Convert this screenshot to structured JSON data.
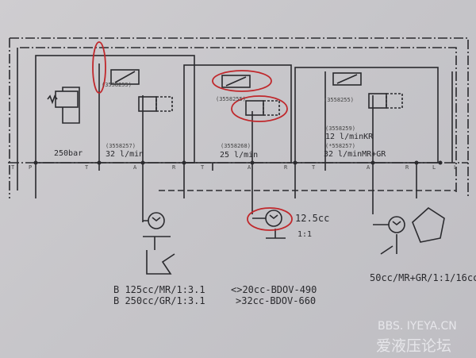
{
  "diagram": {
    "pressure": "250bar",
    "sections": [
      {
        "part_top": "(3558255)",
        "part_flow": "(3558257)",
        "flow": "32  l/min"
      },
      {
        "part_top": "(3558255)",
        "part_flow": "(3558268)",
        "flow": "25  l/min"
      },
      {
        "part_top": "(3558255)",
        "part_flow": "(3558259)",
        "flow": "12  l/minKR",
        "part_flow2": "(*558257)",
        "flow2": "32  l/minMR+GR"
      }
    ],
    "ports": [
      "T",
      "P",
      "T",
      "A",
      "R",
      "T",
      "A",
      "R",
      "T",
      "A",
      "R",
      "L",
      "L"
    ],
    "motor_middle": {
      "displacement": "12.5cc",
      "ratio": "1:1"
    },
    "motor_right": "50cc/MR+GR/1:1/16cc",
    "notes_left": [
      "B  125cc/MR/1:3.1",
      "B  250cc/GR/1:3.1"
    ],
    "notes_right": [
      "<>20cc-BDOV-490",
      ">32cc-BDOV-660"
    ],
    "highlight_color": "#c0282c",
    "line_color": "#2a2a2e"
  },
  "watermark": {
    "line1": "BBS. IYEYA.CN",
    "line2": "爱液压论坛"
  }
}
